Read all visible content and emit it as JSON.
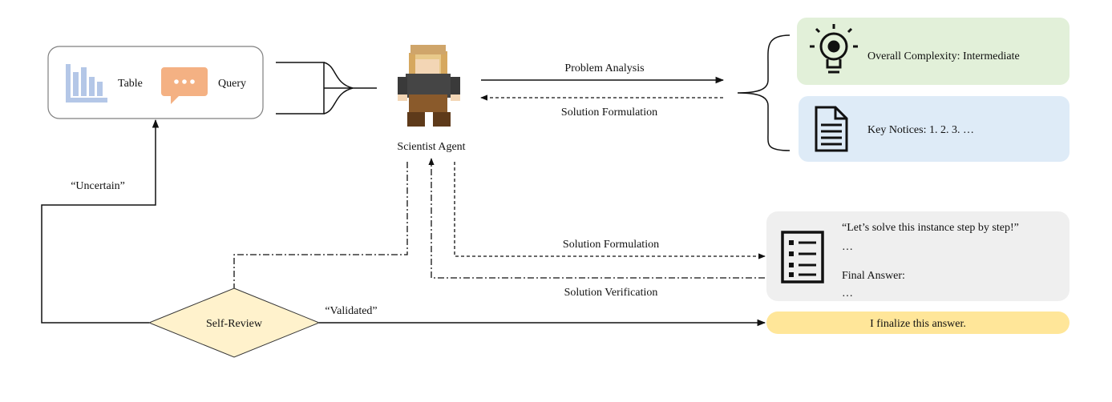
{
  "input_box": {
    "table_label": "Table",
    "query_label": "Query"
  },
  "agent": {
    "label": "Scientist Agent"
  },
  "arrows": {
    "problem_analysis": "Problem Analysis",
    "solution_formulation_top": "Solution Formulation",
    "solution_formulation_mid": "Solution Formulation",
    "solution_verification": "Solution Verification",
    "uncertain": "“Uncertain”",
    "validated": "“Validated”"
  },
  "complexity_box": {
    "text": "Overall Complexity: Intermediate",
    "color": "#e2f0d9"
  },
  "notices_box": {
    "text": "Key Notices: 1. 2. 3. …",
    "color": "#deebf7"
  },
  "solution_box": {
    "line1": "“Let’s solve this instance step by step!”",
    "line2": "…",
    "line3": "Final Answer:",
    "line4": "…",
    "color": "#efefef"
  },
  "review": {
    "label": "Self-Review",
    "color": "#fff2cc"
  },
  "final_box": {
    "text": "I finalize this answer.",
    "color": "#ffe699"
  }
}
